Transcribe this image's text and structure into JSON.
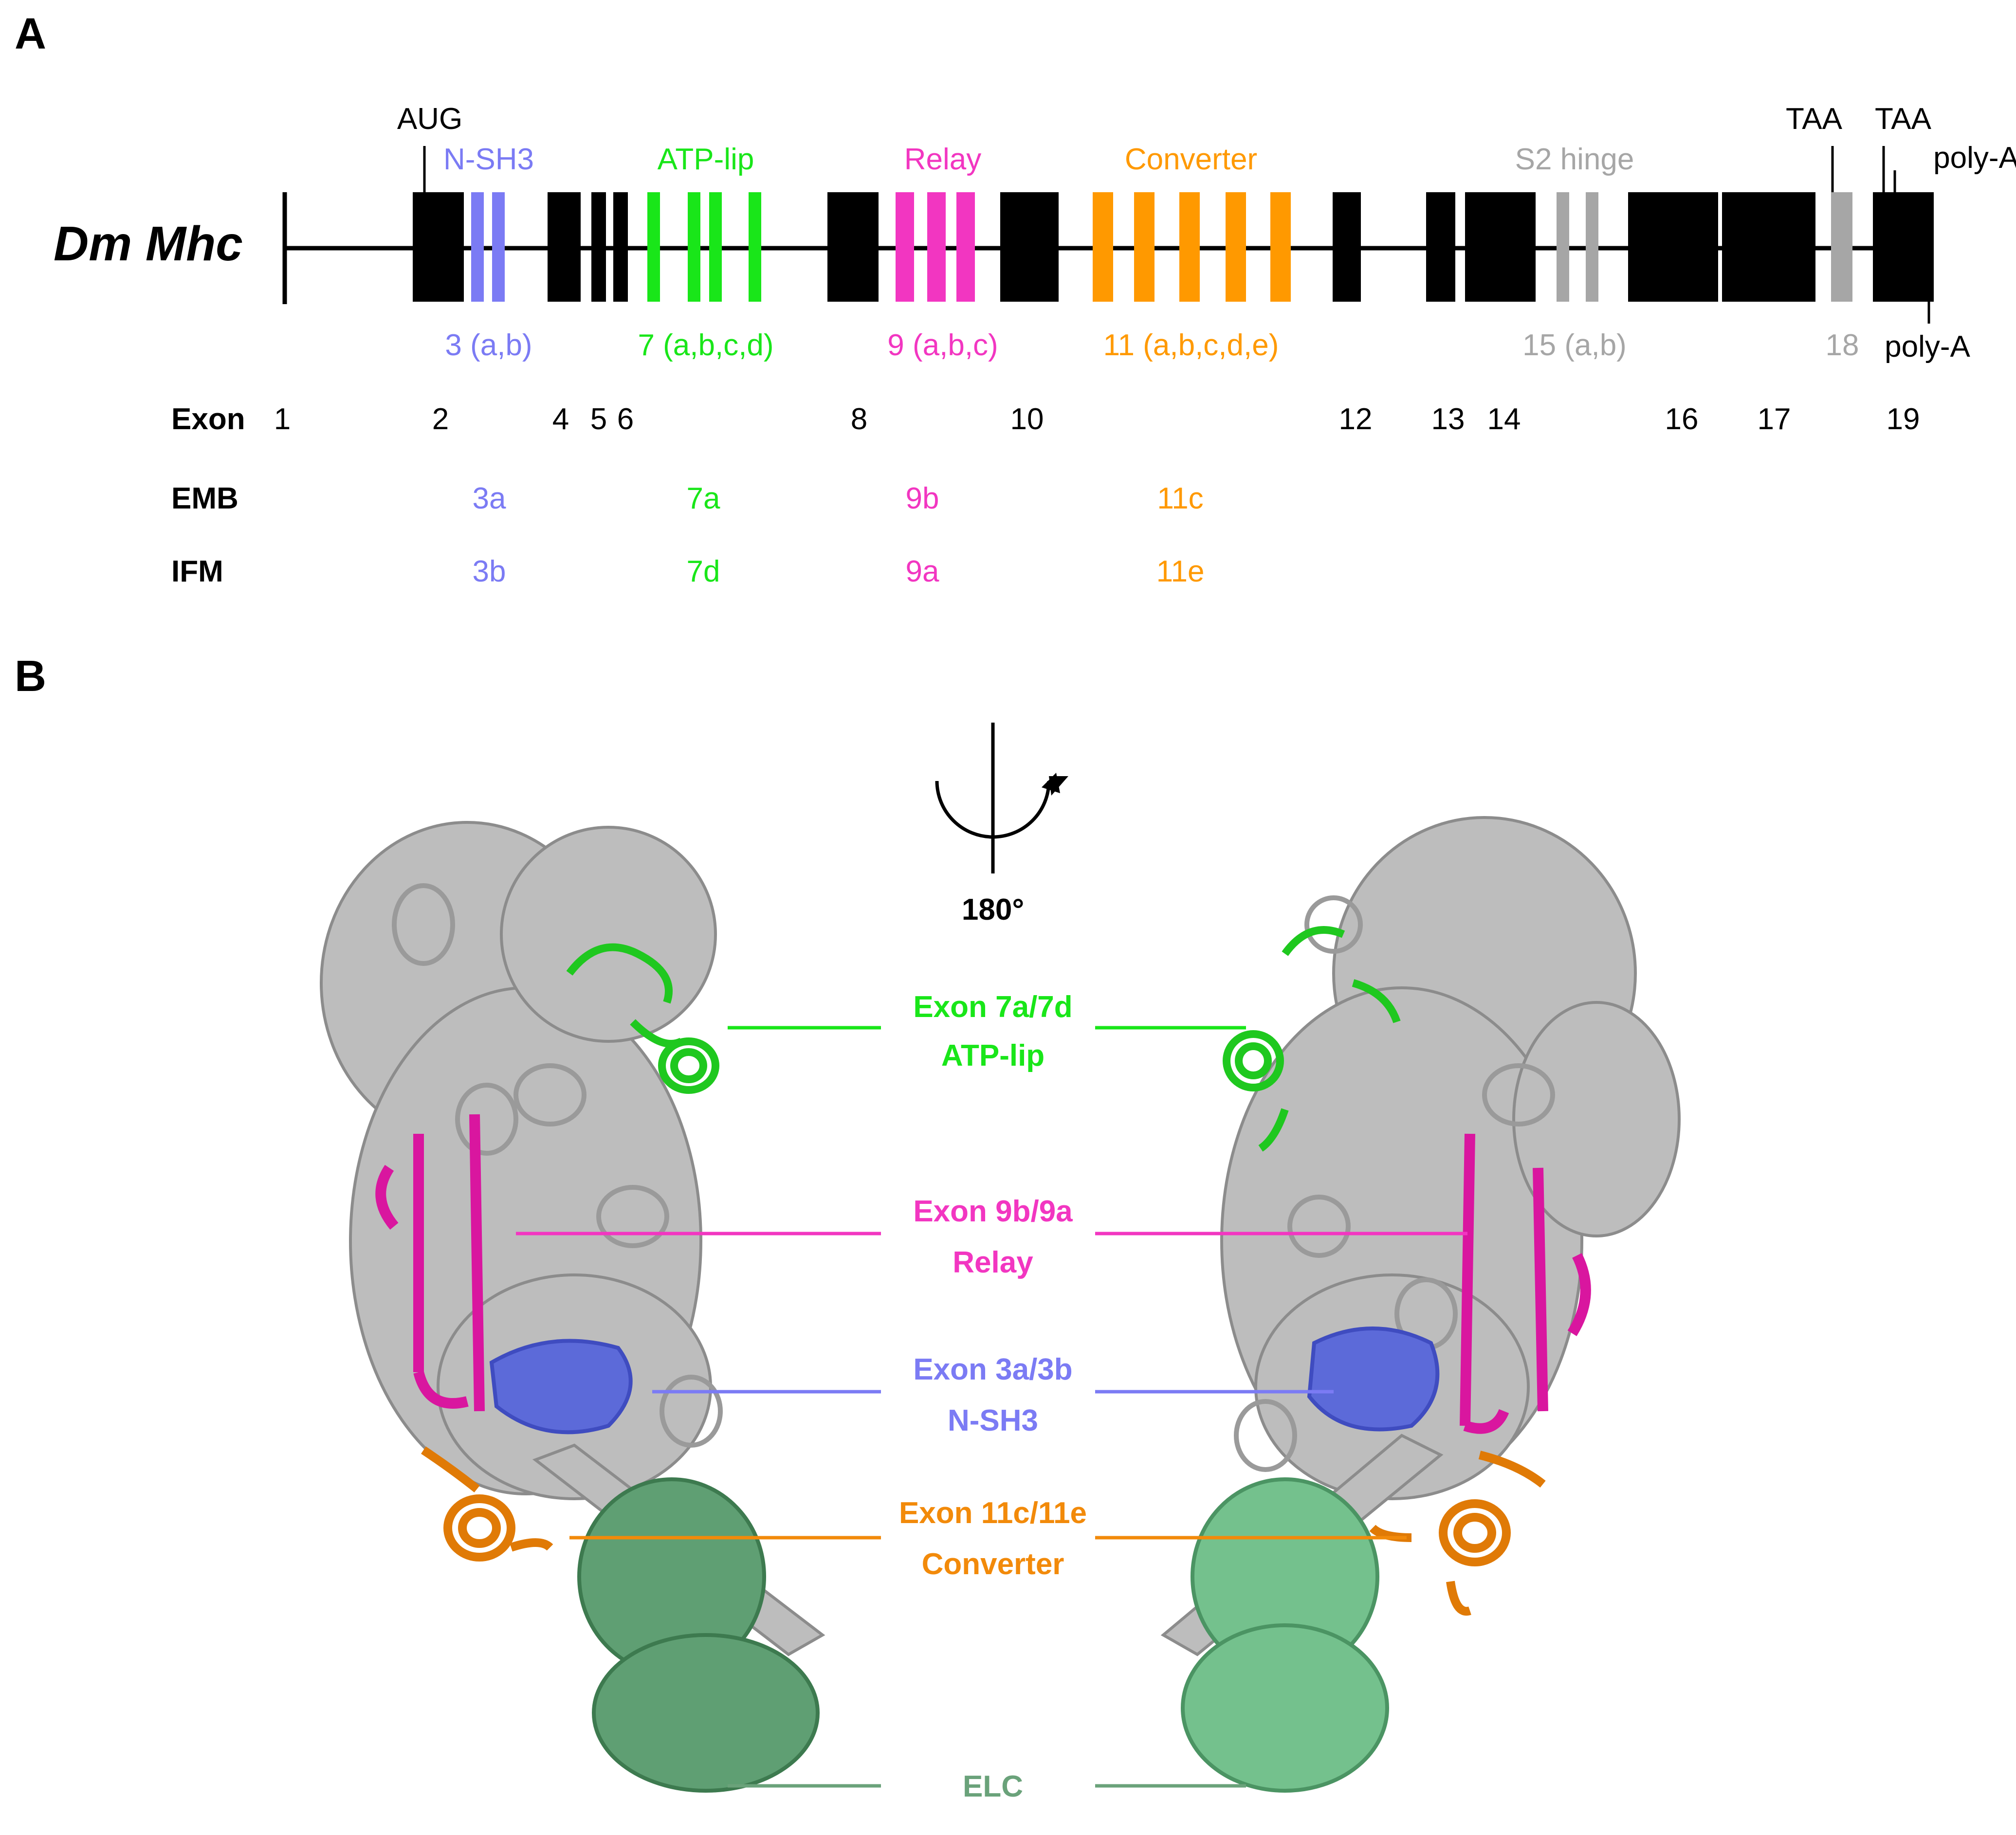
{
  "panel_a": {
    "letter": "A",
    "gene_name": "Dm Mhc",
    "markers": {
      "start": "AUG",
      "stop1": "TAA",
      "stop2": "TAA",
      "polya_top": "poly-A",
      "polya_bottom": "poly-A"
    },
    "regions": [
      {
        "key": "nsh3",
        "name": "N-SH3",
        "group_label": "3 (a,b)",
        "color": "#7b7bf4"
      },
      {
        "key": "atplip",
        "name": "ATP-lip",
        "group_label": "7 (a,b,c,d)",
        "color": "#19e619"
      },
      {
        "key": "relay",
        "name": "Relay",
        "group_label": "9 (a,b,c)",
        "color": "#f236c1"
      },
      {
        "key": "converter",
        "name": "Converter",
        "group_label": "11 (a,b,c,d,e)",
        "color": "#ff9900"
      },
      {
        "key": "s2hinge",
        "name": "S2 hinge",
        "group_label": "15 (a,b)",
        "color": "#a6a6a6"
      }
    ],
    "exon18_label": "18",
    "exon_row": {
      "label": "Exon",
      "numbers": [
        "1",
        "2",
        "4",
        "5",
        "6",
        "8",
        "10",
        "12",
        "13",
        "14",
        "16",
        "17",
        "19"
      ]
    },
    "emb_row": {
      "label": "EMB",
      "values": [
        "3a",
        "7a",
        "9b",
        "11c"
      ]
    },
    "ifm_row": {
      "label": "IFM",
      "values": [
        "3b",
        "7d",
        "9a",
        "11e"
      ]
    }
  },
  "panel_b": {
    "letter": "B",
    "rotation_label": "180°",
    "callouts": [
      {
        "key": "atplip",
        "line1": "Exon 7a/7d",
        "line2": "ATP-lip",
        "color": "#19e619"
      },
      {
        "key": "relay",
        "line1": "Exon 9b/9a",
        "line2": "Relay",
        "color": "#f236c1"
      },
      {
        "key": "nsh3",
        "line1": "Exon 3a/3b",
        "line2": "N-SH3",
        "color": "#7b7bf4"
      },
      {
        "key": "converter",
        "line1": "Exon 11c/11e",
        "line2": "Converter",
        "color": "#f28a0a"
      },
      {
        "key": "elc",
        "line1": "ELC",
        "line2": "",
        "color": "#6aa27a"
      }
    ],
    "structure_colors": {
      "heavy_chain": "#bfbfbf",
      "elc": "#5f9f73"
    }
  }
}
